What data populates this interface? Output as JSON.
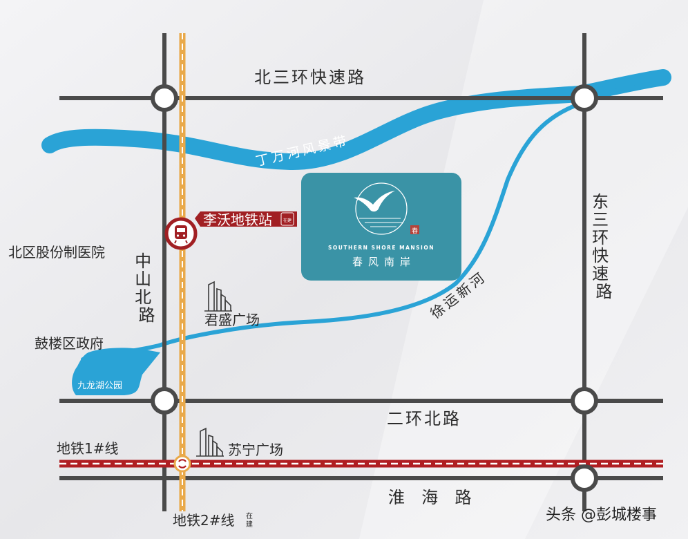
{
  "roads": {
    "north_ring": "北三环快速路",
    "east_ring": "东三环快速路",
    "second_ring": "二环北路",
    "huaihai": "淮  海  路",
    "zhongshan": "中山北路"
  },
  "rivers": {
    "dingwan": "丁万河风景带",
    "xuyun": "徐运新河"
  },
  "pois": {
    "hospital": "北区股份制医院",
    "gulou_gov": "鼓楼区政府",
    "jiulong_park": "九龙湖公园",
    "junsheng": "君盛广场",
    "suning": "苏宁广场"
  },
  "metro": {
    "line1": "地铁1#线",
    "line2": "地铁2#线",
    "line2_status": "在建",
    "station": "李沃地铁站",
    "station_status": "在建"
  },
  "project": {
    "name_en": "SOUTHERN SHORE MANSION",
    "name_cn": "春风南岸",
    "seal": "春"
  },
  "watermark": "头条 @彭城楼事",
  "colors": {
    "road": "#4a4a4a",
    "river": "#2aa3d6",
    "metro_red": "#b01e22",
    "metro_orange": "#e9a94a",
    "project_bg": "#3a93a6",
    "station_red": "#a11f23"
  }
}
